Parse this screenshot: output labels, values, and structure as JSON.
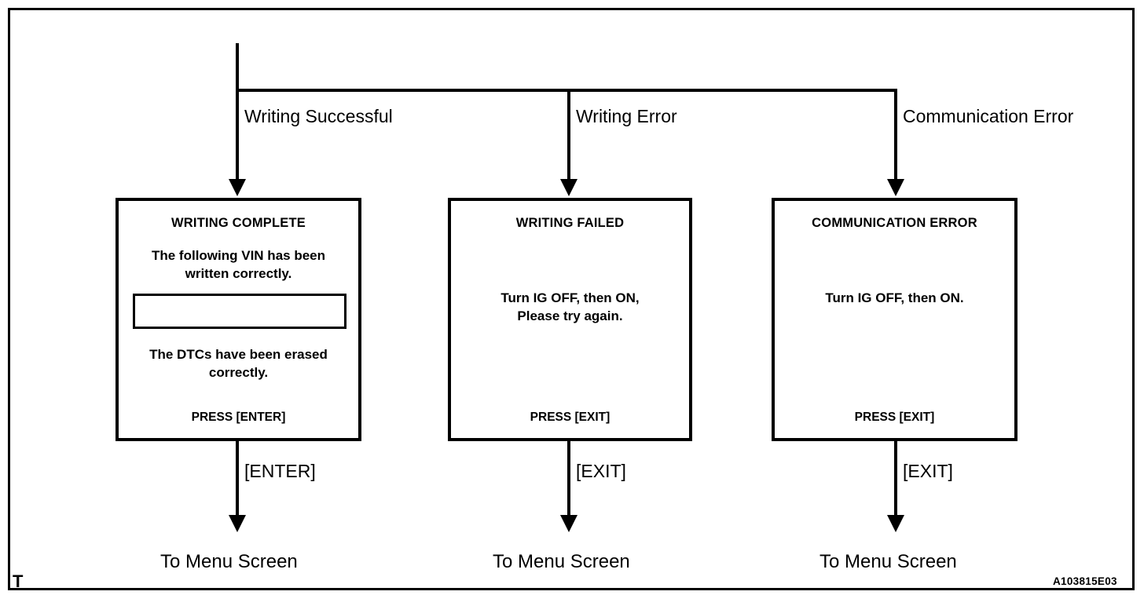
{
  "diagram": {
    "reference_code": "A103815E03",
    "corner_mark": "T",
    "branch_labels": [
      "Writing Successful",
      "Writing Error",
      "Communication Error"
    ],
    "exit_labels": [
      "[ENTER]",
      "[EXIT]",
      "[EXIT]"
    ],
    "terminals": [
      "To Menu Screen",
      "To Menu Screen",
      "To Menu Screen"
    ],
    "screens": [
      {
        "title": "WRITING COMPLETE",
        "body_top_line1": "The following VIN has been",
        "body_top_line2": "written correctly.",
        "vin_value": "",
        "body_bottom_line1": "The DTCs have been erased",
        "body_bottom_line2": "correctly.",
        "footer": "PRESS [ENTER]"
      },
      {
        "title": "WRITING  FAILED",
        "body_line1": "Turn IG OFF, then ON,",
        "body_line2": "Please try again.",
        "footer": "PRESS [EXIT]"
      },
      {
        "title": "COMMUNICATION ERROR",
        "body_line1": "Turn IG OFF, then ON.",
        "footer": "PRESS [EXIT]"
      }
    ],
    "colors": {
      "ink": "#000000",
      "paper": "#ffffff"
    }
  }
}
